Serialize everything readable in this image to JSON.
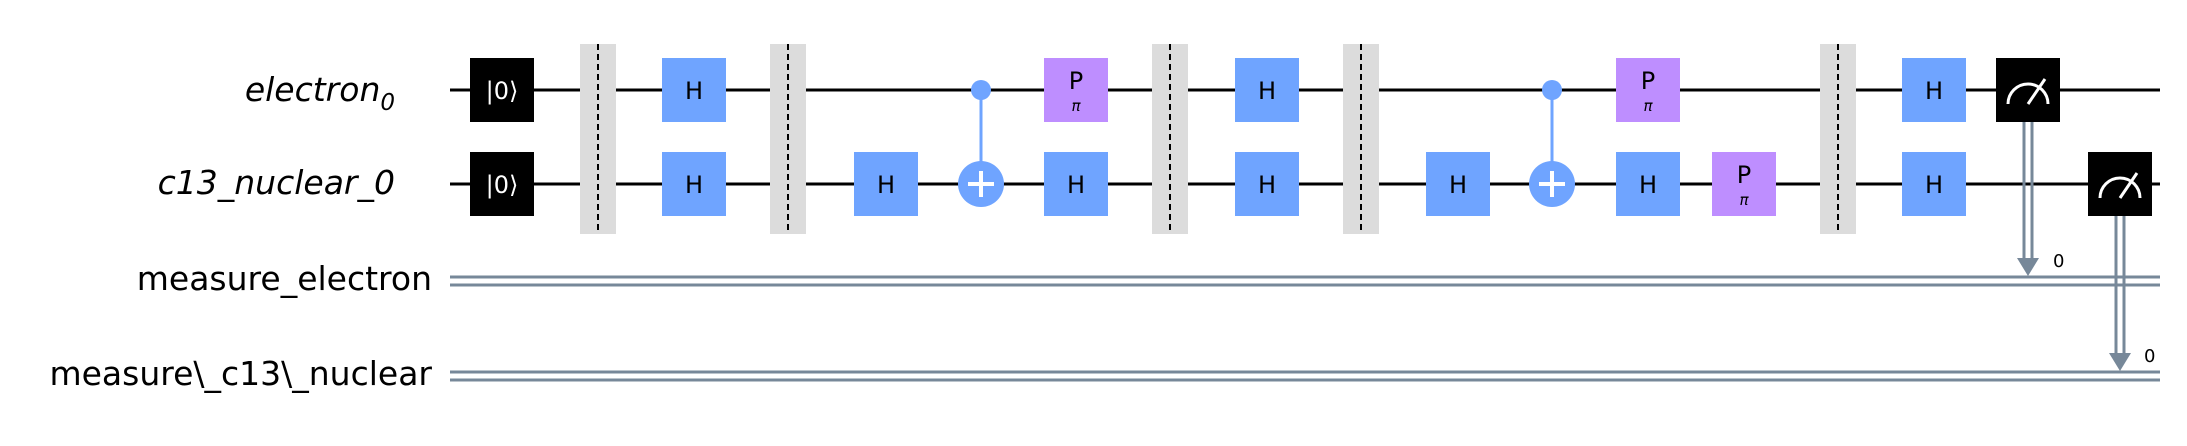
{
  "registers": {
    "q0": {
      "name": "electron",
      "sub": "0"
    },
    "q1": {
      "name": "c13_nuclear_0"
    },
    "c0": {
      "name": "measure_electron"
    },
    "c1": {
      "name": "measure\\_c13\\_nuclear"
    }
  },
  "gates": {
    "reset": "|0⟩",
    "h": "H",
    "p": "P",
    "p_param": "π"
  },
  "measure_bit": "0",
  "colors": {
    "h_gate": "#6fa4ff",
    "p_gate": "#be8eff",
    "control": "#6fa4ff",
    "barrier": "#dcdcdc",
    "reset": "#000000",
    "measure": "#000000",
    "classical_wire": "#778899",
    "wire": "#000000"
  }
}
